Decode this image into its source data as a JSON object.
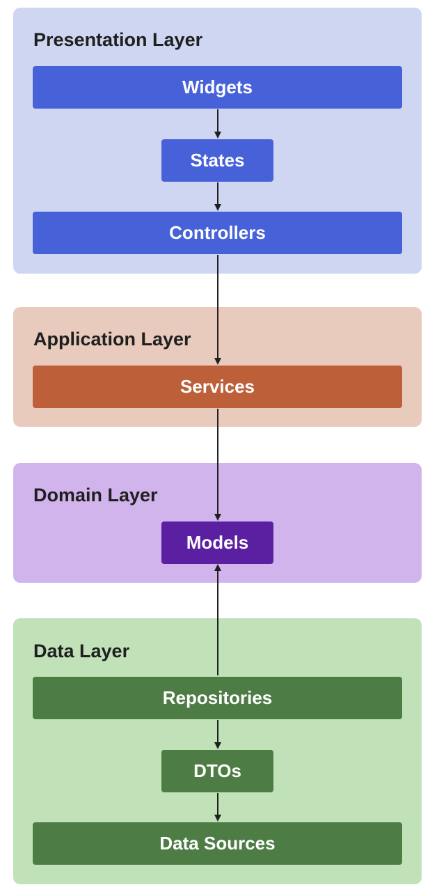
{
  "colors": {
    "presentation_bg": "#cfd6f2",
    "presentation_node": "#4762d8",
    "application_bg": "#e8cbbd",
    "application_node": "#bd5f39",
    "domain_bg": "#d1b4ec",
    "domain_node": "#5b1fa1",
    "data_bg": "#c1e2b8",
    "data_node": "#4e7c45",
    "arrow": "#1f1f1f"
  },
  "layers": {
    "presentation": {
      "title": "Presentation Layer",
      "nodes": [
        "Widgets",
        "States",
        "Controllers"
      ]
    },
    "application": {
      "title": "Application Layer",
      "nodes": [
        "Services"
      ]
    },
    "domain": {
      "title": "Domain Layer",
      "nodes": [
        "Models"
      ]
    },
    "data": {
      "title": "Data Layer",
      "nodes": [
        "Repositories",
        "DTOs",
        "Data Sources"
      ]
    }
  },
  "edges": [
    {
      "from": "Widgets",
      "to": "States"
    },
    {
      "from": "States",
      "to": "Controllers"
    },
    {
      "from": "Controllers",
      "to": "Services"
    },
    {
      "from": "Services",
      "to": "Models"
    },
    {
      "from": "Repositories",
      "to": "Models"
    },
    {
      "from": "Repositories",
      "to": "DTOs"
    },
    {
      "from": "DTOs",
      "to": "Data Sources"
    }
  ]
}
